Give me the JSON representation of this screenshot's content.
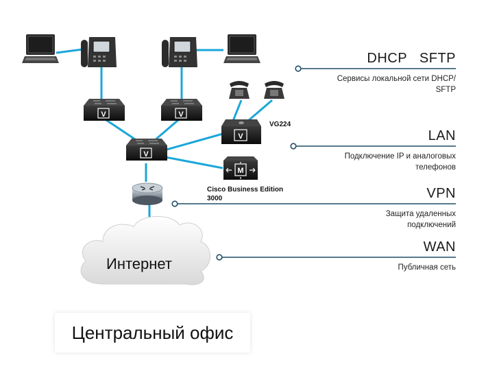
{
  "legend": [
    {
      "title": "DHCP   SFTP",
      "desc_lines": [
        "Сервисы локальной сети DHCP/",
        "SFTP"
      ]
    },
    {
      "title": "LAN",
      "desc_lines": [
        "Подключение IP и аналоговых",
        "телефонов"
      ]
    },
    {
      "title": "VPN",
      "desc_lines": [
        "Защита удаленных",
        "подключений"
      ]
    },
    {
      "title": "WAN",
      "desc_lines": [
        "Публичная сеть"
      ]
    }
  ],
  "devices": {
    "vg224_label": "VG224",
    "cbe_label_line1": "Cisco Business Edition",
    "cbe_label_line2": "3000",
    "switch_glyph": "V",
    "cbe_glyph": "M"
  },
  "cloud_label": "Интернет",
  "office_label": "Центральный офис",
  "colors": {
    "link": "#1ba6d9",
    "legend_line": "#1f4f66",
    "device_dark": "#1c1c1c",
    "cloud_fill": "#e8e8e8"
  }
}
